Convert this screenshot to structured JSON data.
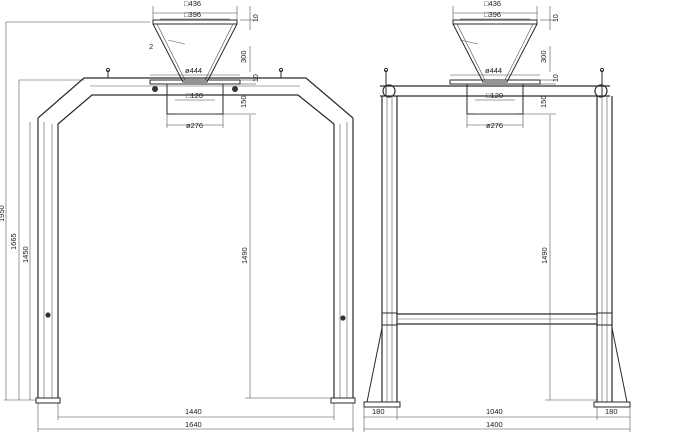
{
  "front_view": {
    "hopper": {
      "top_square": "□436",
      "inner_square": "□396",
      "outlet_dia": "ø444",
      "bottom_square": "□120",
      "flange_dia": "ø276",
      "thickness": "2",
      "height": "300",
      "top_gap": "10",
      "mid_gap": "10",
      "flange_height": "150"
    },
    "dims": {
      "overall_height": "1950",
      "column_height": "1665",
      "leg_height": "1450",
      "inner_height": "1490",
      "inner_width": "1440",
      "overall_width": "1640"
    }
  },
  "side_view": {
    "hopper": {
      "top_square": "□436",
      "inner_square": "□396",
      "outlet_dia": "ø444",
      "bottom_square": "□120",
      "flange_dia": "ø276",
      "height": "300",
      "top_gap": "10",
      "mid_gap": "10",
      "flange_height": "150"
    },
    "dims": {
      "inner_height": "1490",
      "left_foot": "180",
      "middle_width": "1040",
      "right_foot": "180",
      "overall_width": "1400"
    }
  }
}
